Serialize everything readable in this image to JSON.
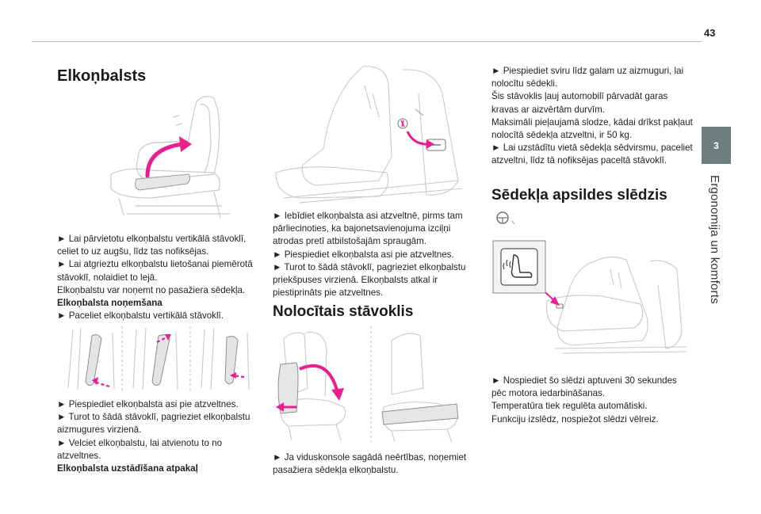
{
  "page": {
    "number": "43"
  },
  "side_tab": {
    "chapter": "3",
    "title": "Ergonomija un komforts"
  },
  "col1": {
    "heading": "Elkoņbalsts",
    "block1": {
      "l1": "► Lai pārvietotu elkoņbalstu vertikālā stāvoklī, celiet to uz augšu, līdz tas nofiksējas.",
      "l2": "► Lai atgrieztu elkoņbalstu lietošanai piemērotā stāvoklī, nolaidiet to lejā.",
      "l3": "Elkoņbalstu var noņemt no pasažiera sēdekļa.",
      "l4": "Elkoņbalsta noņemšana",
      "l5": "► Paceliet elkoņbalstu vertikālā stāvoklī."
    },
    "block2": {
      "l1": "► Piespiediet elkoņbalsta asi pie atzveltnes.",
      "l2": "► Turot to šādā stāvoklī, pagrieziet elkoņbalstu aizmugures virzienā.",
      "l3": "► Velciet elkoņbalstu, lai atvienotu to no atzveltnes.",
      "l4": "Elkoņbalsta uzstādīšana atpakaļ"
    }
  },
  "col2": {
    "block1": {
      "l1": "► Iebīdiet elkoņbalsta asi atzveltnē, pirms tam pārliecinoties, ka bajonetsavienojuma izciļņi atrodas pretī atbilstošajām spraugām.",
      "l2": "► Piespiediet elkoņbalsta asi pie atzveltnes.",
      "l3": "► Turot to šādā stāvoklī, pagrieziet elkoņbalstu priekšpuses virzienā. Elkoņbalsts atkal ir piestiprināts pie atzveltnes."
    },
    "heading": "Nolocītais stāvoklis",
    "block2": {
      "l1": "► Ja viduskonsole sagādā neērtības, noņemiet pasažiera sēdekļa elkoņbalstu."
    }
  },
  "col3": {
    "block1": {
      "l1": "► Piespiediet sviru līdz galam uz aizmuguri, lai nolocītu sēdekli.",
      "l2": "Šis stāvoklis ļauj automobilī pārvadāt garas kravas ar aizvērtām durvīm.",
      "l3": "Maksimāli pieļaujamā slodze, kādai drīkst pakļaut nolocītā sēdekļa atzveltni, ir 50 kg.",
      "l4": "► Lai uzstādītu vietā sēdekļa sēdvirsmu, paceliet atzveltni, līdz tā nofiksējas paceltā stāvoklī."
    },
    "heading": "Sēdekļa apsildes slēdzis",
    "block2": {
      "l1": "► Nospiediet šo slēdzi aptuveni 30 sekundes pēc motora iedarbināšanas.",
      "l2": "Temperatūra tiek regulēta automātiski.",
      "l3": "Funkciju izslēdz, nospiežot slēdzi vēlreiz."
    }
  },
  "colors": {
    "accent": "#e8208f",
    "tab": "#6e7e7f",
    "line": "#b9b9b9"
  }
}
